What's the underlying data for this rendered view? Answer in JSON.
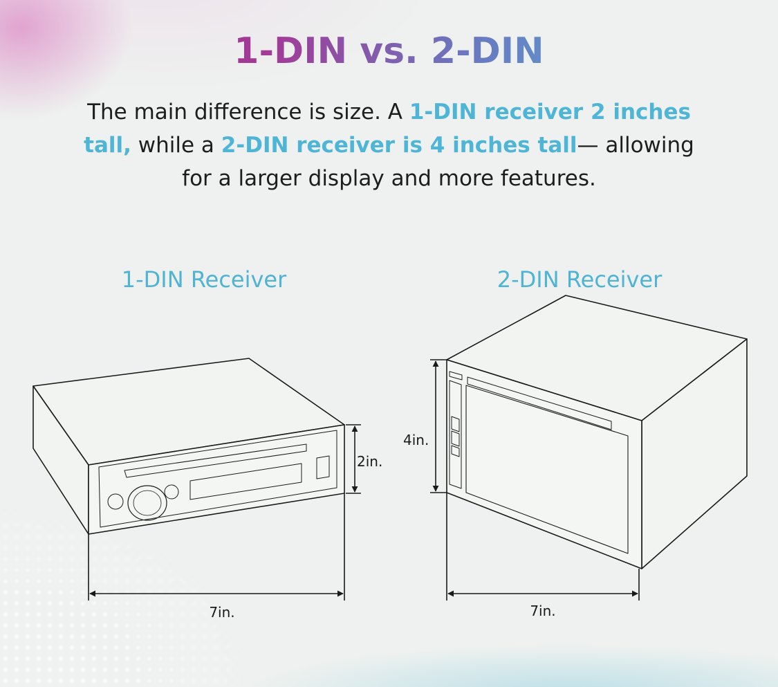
{
  "title": "1-DIN vs. 2-DIN",
  "description": {
    "part1": "The main difference is size. A ",
    "highlight1": "1-DIN receiver 2 inches tall,",
    "part2": " while a ",
    "highlight2": "2-DIN receiver is 4 inches tall",
    "part3": "— allowing for a larger display and more features."
  },
  "receivers": {
    "one_din": {
      "label": "1-DIN Receiver",
      "height": "2in.",
      "width": "7in."
    },
    "two_din": {
      "label": "2-DIN Receiver",
      "height": "4in.",
      "width": "7in."
    }
  },
  "colors": {
    "title_start": "#b0267e",
    "title_end": "#5aa9d4",
    "highlight": "#4fb5d6",
    "label": "#4fb3d4",
    "text": "#1d1d1d",
    "line": "#1a1a1a"
  }
}
